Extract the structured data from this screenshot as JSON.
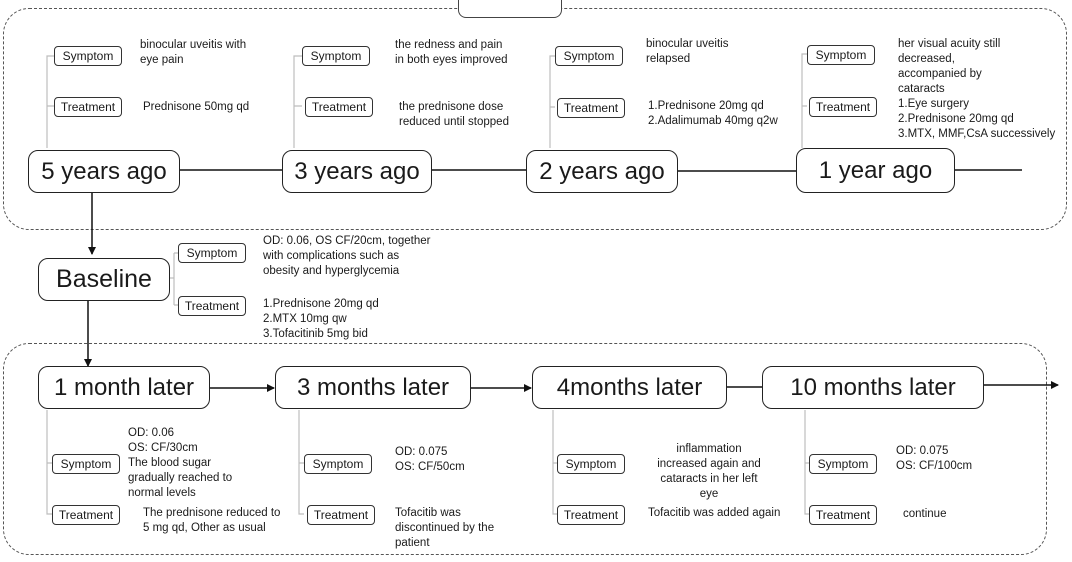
{
  "top_timeline": [
    {
      "time": "5 years ago",
      "symptom": {
        "label": "Symptom",
        "lines": [
          "binocular uveitis with",
          "eye pain"
        ]
      },
      "treatment": {
        "label": "Treatment",
        "lines": [
          "Prednisone 50mg qd"
        ]
      }
    },
    {
      "time": "3 years ago",
      "symptom": {
        "label": "Symptom",
        "lines": [
          "the redness and pain",
          "in both eyes improved"
        ]
      },
      "treatment": {
        "label": "Treatment",
        "lines": [
          "the prednisone dose",
          "reduced until stopped"
        ]
      }
    },
    {
      "time": "2 years ago",
      "symptom": {
        "label": "Symptom",
        "lines": [
          "binocular uveitis",
          "relapsed"
        ]
      },
      "treatment": {
        "label": "Treatment",
        "lines": [
          "1.Prednisone 20mg qd",
          "2.Adalimumab 40mg q2w"
        ]
      }
    },
    {
      "time": "1 year ago",
      "symptom": {
        "label": "Symptom",
        "lines": [
          "her visual acuity still",
          "decreased,",
          "accompanied by",
          "cataracts"
        ]
      },
      "treatment": {
        "label": "Treatment",
        "lines": [
          "1.Eye surgery",
          "2.Prednisone 20mg qd",
          "3.MTX, MMF,CsA successively"
        ]
      }
    }
  ],
  "baseline": {
    "time": "Baseline",
    "symptom": {
      "label": "Symptom",
      "lines": [
        "OD: 0.06, OS CF/20cm, together",
        "with complications such as",
        "obesity and hyperglycemia"
      ]
    },
    "treatment": {
      "label": "Treatment",
      "lines": [
        "1.Prednisone 20mg qd",
        "2.MTX 10mg qw",
        "3.Tofacitinib 5mg bid"
      ]
    }
  },
  "bottom_timeline": [
    {
      "time": "1 month later",
      "symptom": {
        "label": "Symptom",
        "lines": [
          "OD:  0.06",
          "OS:  CF/30cm",
          "The blood sugar",
          "gradually reached to",
          "normal levels"
        ]
      },
      "treatment": {
        "label": "Treatment",
        "lines": [
          "The prednisone reduced to",
          "5 mg qd, Other as usual"
        ]
      }
    },
    {
      "time": "3 months later",
      "symptom": {
        "label": "Symptom",
        "lines": [
          "OD:  0.075",
          "OS:  CF/50cm"
        ]
      },
      "treatment": {
        "label": "Treatment",
        "lines": [
          "Tofacitib was",
          "discontinued by the",
          "patient"
        ]
      }
    },
    {
      "time": "4months later",
      "symptom": {
        "label": "Symptom",
        "lines": [
          "inflammation",
          "increased again and",
          "cataracts in her left",
          "eye"
        ]
      },
      "treatment": {
        "label": "Treatment",
        "lines": [
          "Tofacitib was added again"
        ]
      }
    },
    {
      "time": "10 months later",
      "symptom": {
        "label": "Symptom",
        "lines": [
          "OD:  0.075",
          "OS:  CF/100cm"
        ]
      },
      "treatment": {
        "label": "Treatment",
        "lines": [
          "continue"
        ]
      }
    }
  ]
}
